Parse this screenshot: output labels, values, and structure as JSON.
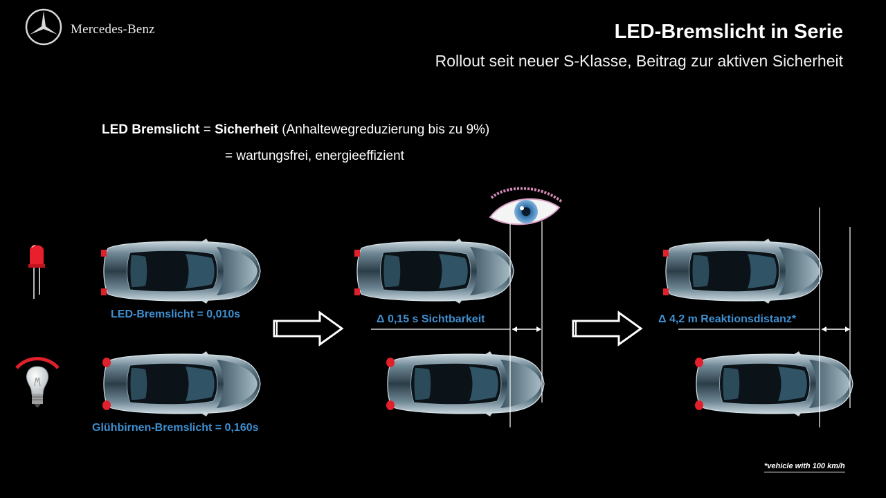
{
  "brand": {
    "name": "Mercedes-Benz",
    "logo_icon": "three-pointed-star-icon"
  },
  "header": {
    "title": "LED-Bremslicht in Serie",
    "subtitle": "Rollout seit neuer S-Klasse, Beitrag zur aktiven Sicherheit"
  },
  "statement": {
    "part1_bold": "LED Bremslicht",
    "eq1": " = ",
    "part2_bold": "Sicherheit",
    "part3": " (Anhaltewegreduzierung bis zu 9%)",
    "line2": "= wartungsfrei, energieeffizient"
  },
  "labels": {
    "led_time": "LED-Bremslicht = 0,010s",
    "bulb_time": "Glühbirnen-Bremslicht = 0,160s",
    "visibility": "Δ 0,15 s Sichtbarkeit",
    "reaction": "Δ 4,2 m Reaktionsdistanz*"
  },
  "footnote": "*vehicle with 100 km/h",
  "colors": {
    "background": "#000000",
    "accent_blue": "#3f8fd0",
    "brake_red": "#e0202a",
    "car_body": "#7c95a2"
  },
  "icons": {
    "led": "led-diode-icon",
    "bulb": "light-bulb-icon",
    "eye": "eye-icon",
    "arrow": "right-arrow-icon"
  }
}
